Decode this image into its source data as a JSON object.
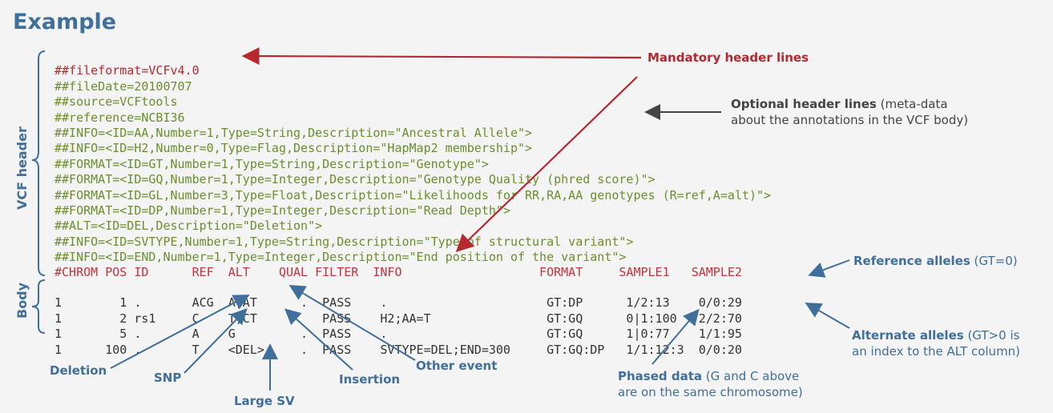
{
  "title": "Example",
  "side_labels": {
    "header": "VCF header",
    "body": "Body"
  },
  "header_lines": [
    "##fileformat=VCFv4.0",
    "##fileDate=20100707",
    "##source=VCFtools",
    "##reference=NCBI36",
    "##INFO=<ID=AA,Number=1,Type=String,Description=\"Ancestral Allele\">",
    "##INFO=<ID=H2,Number=0,Type=Flag,Description=\"HapMap2 membership\">",
    "##FORMAT=<ID=GT,Number=1,Type=String,Description=\"Genotype\">",
    "##FORMAT=<ID=GQ,Number=1,Type=Integer,Description=\"Genotype Quality (phred score)\">",
    "##FORMAT=<ID=GL,Number=3,Type=Float,Description=\"Likelihoods for RR,RA,AA genotypes (R=ref,A=alt)\">",
    "##FORMAT=<ID=DP,Number=1,Type=Integer,Description=\"Read Depth\">",
    "##ALT=<ID=DEL,Description=\"Deletion\">",
    "##INFO=<ID=SVTYPE,Number=1,Type=String,Description=\"Type of structural variant\">",
    "##INFO=<ID=END,Number=1,Type=Integer,Description=\"End position of the variant\">"
  ],
  "column_header": "#CHROM POS ID      REF  ALT    QUAL FILTER  INFO                   FORMAT     SAMPLE1   SAMPLE2",
  "body_rows": [
    "1        1 .       ACG  A,AT      .  PASS    .                      GT:DP      1/2:13    0/0:29",
    "1        2 rs1     C    T,CT         PASS    H2;AA=T                GT:GQ      0|1:100   2/2:70",
    "1        5 .       A    G         .  PASS    .                      GT:GQ      1|0:77    1/1:95",
    "1      100 .       T    <DEL>     .  PASS    SVTYPE=DEL;END=300     GT:GQ:DP   1/1:12:3  0/0:20"
  ],
  "annotations": {
    "mandatory": "Mandatory header lines",
    "optional_bold": "Optional header lines",
    "optional_rest_1": " (meta-data",
    "optional_rest_2": "about the annotations in the VCF body)",
    "reference_bold": "Reference alleles",
    "reference_rest": " (GT=0)",
    "alternate_bold": "Alternate alleles",
    "alternate_rest_1": " (GT>0 is",
    "alternate_rest_2": "an index to the ALT column)",
    "phased_bold": "Phased data",
    "phased_rest_1": " (G and C above",
    "phased_rest_2": "are on the same chromosome)",
    "deletion": "Deletion",
    "snp": "SNP",
    "large_sv": "Large SV",
    "insertion": "Insertion",
    "other_event": "Other event"
  },
  "colors": {
    "blue": "#3f6f9a",
    "red": "#b5282e",
    "green": "#6a8f2c",
    "gray": "#444444"
  }
}
